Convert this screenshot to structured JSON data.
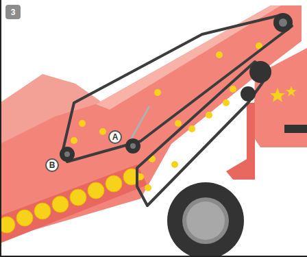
{
  "diagram": {
    "labels": [
      "3",
      "A",
      "B"
    ]
  }
}
